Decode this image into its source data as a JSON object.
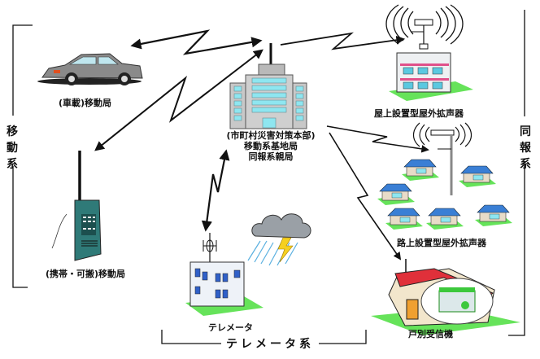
{
  "groups": {
    "mobile": {
      "chars": [
        "移",
        "動",
        "系"
      ]
    },
    "broadcast": {
      "chars": [
        "同",
        "報",
        "系"
      ]
    },
    "telemeter": {
      "label": "テレメータ系"
    }
  },
  "nodes": {
    "headquarters": {
      "line1": "(市町村災害対策本部)",
      "line2": "移動系基地局",
      "line3": "同報系親局"
    },
    "vehicle": {
      "label": "(車載)移動局"
    },
    "portable": {
      "label": "(携帯・可搬)移動局"
    },
    "rooftop_speaker": {
      "label": "屋上設置型屋外拡声器"
    },
    "roadside_speaker": {
      "label": "路上設置型屋外拡声器"
    },
    "home_receiver": {
      "label": "戸別受信機"
    },
    "telemeter": {
      "label": "テレメータ"
    }
  },
  "colors": {
    "building_window": "#8ee6f0",
    "building_wall": "#c8c8c8",
    "roof_blue": "#3a7fd5",
    "roof_red": "#e0303a",
    "grass": "#66e35a",
    "receiver": "#3cc83c",
    "phone": "#2f7a78",
    "car": "#8a8a8a",
    "cloud": "#9aa0a6",
    "bolt": "#f5d020",
    "rain": "#5ab0e0",
    "accent_pink": "#e0508a"
  }
}
